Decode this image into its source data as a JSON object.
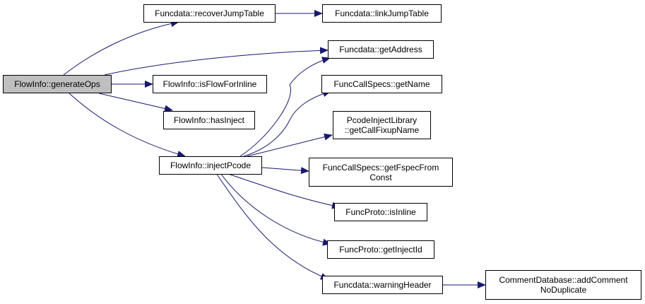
{
  "nodes": {
    "generateOps": {
      "label": "FlowInfo::generateOps"
    },
    "recoverJumpTable": {
      "label": "Funcdata::recoverJumpTable"
    },
    "linkJumpTable": {
      "label": "Funcdata::linkJumpTable"
    },
    "getAddress": {
      "label": "Funcdata::getAddress"
    },
    "isFlowForInline": {
      "label": "FlowInfo::isFlowForInline"
    },
    "getName": {
      "label": "FuncCallSpecs::getName"
    },
    "hasInject": {
      "label": "FlowInfo::hasInject"
    },
    "getCallFixupName": {
      "line1": "PcodeInjectLibrary",
      "line2": "::getCallFixupName"
    },
    "injectPcode": {
      "label": "FlowInfo::injectPcode"
    },
    "getFspecFromConst": {
      "line1": "FuncCallSpecs::getFspecFrom",
      "line2": "Const"
    },
    "isInline": {
      "label": "FuncProto::isInline"
    },
    "getInjectId": {
      "label": "FuncProto::getInjectId"
    },
    "warningHeader": {
      "label": "Funcdata::warningHeader"
    },
    "addCommentNoDuplicate": {
      "line1": "CommentDatabase::addComment",
      "line2": "NoDuplicate"
    }
  },
  "colors": {
    "edge": "#191970",
    "root_fill": "#bfbfbf",
    "node_border": "#000000"
  }
}
